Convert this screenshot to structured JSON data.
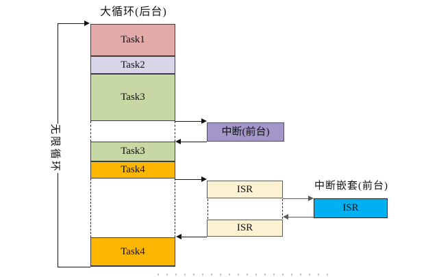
{
  "diagram": {
    "title": "大循环(后台)",
    "loop_label": "无限循环",
    "stack": {
      "task1": "Task1",
      "task2": "Task2",
      "task3": "Task3",
      "task3b": "Task3",
      "task4": "Task4",
      "task4b": "Task4"
    },
    "foreground": {
      "interrupt_label": "中断(前台)",
      "isr1": "ISR",
      "isr2": "ISR",
      "nested_title": "中断嵌套(前台)",
      "nested_isr": "ISR"
    },
    "colors": {
      "task1": "#e2abaa",
      "task2": "#d9d4e7",
      "task3": "#c7d8a5",
      "task4": "#fdb703",
      "interrupt": "#a396c8",
      "isr": "#fcf2d2",
      "nested_isr": "#00b0f0",
      "line": "#111111"
    }
  }
}
